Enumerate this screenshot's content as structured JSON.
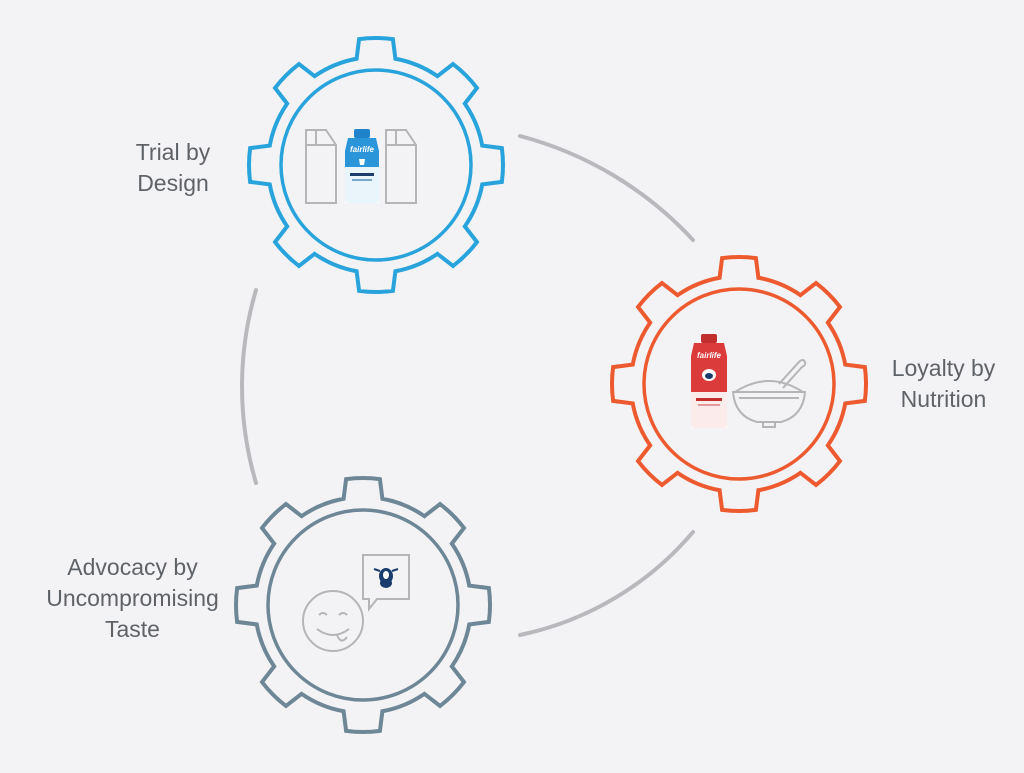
{
  "diagram": {
    "nodes": [
      {
        "id": "trial",
        "label_lines": [
          "Trial by",
          "Design"
        ],
        "color": "#29a3dc",
        "icon": "milk-cartons-with-fairlife-bottle-icon",
        "bottle_brand": "fairlife"
      },
      {
        "id": "loyalty",
        "label_lines": [
          "Loyalty by",
          "Nutrition"
        ],
        "color": "#ee5a2f",
        "icon": "fairlife-bottle-and-cereal-bowl-icon",
        "bottle_brand": "fairlife"
      },
      {
        "id": "advocacy",
        "label_lines": [
          "Advocacy by",
          "Uncompromising",
          "Taste"
        ],
        "color": "#6e8796",
        "icon": "happy-face-with-cow-speech-bubble-icon"
      }
    ],
    "connector_color": "#b9b9bd",
    "outline_icon_color": "#b5b5b8",
    "bottle_accent": "#1a3d6e"
  }
}
